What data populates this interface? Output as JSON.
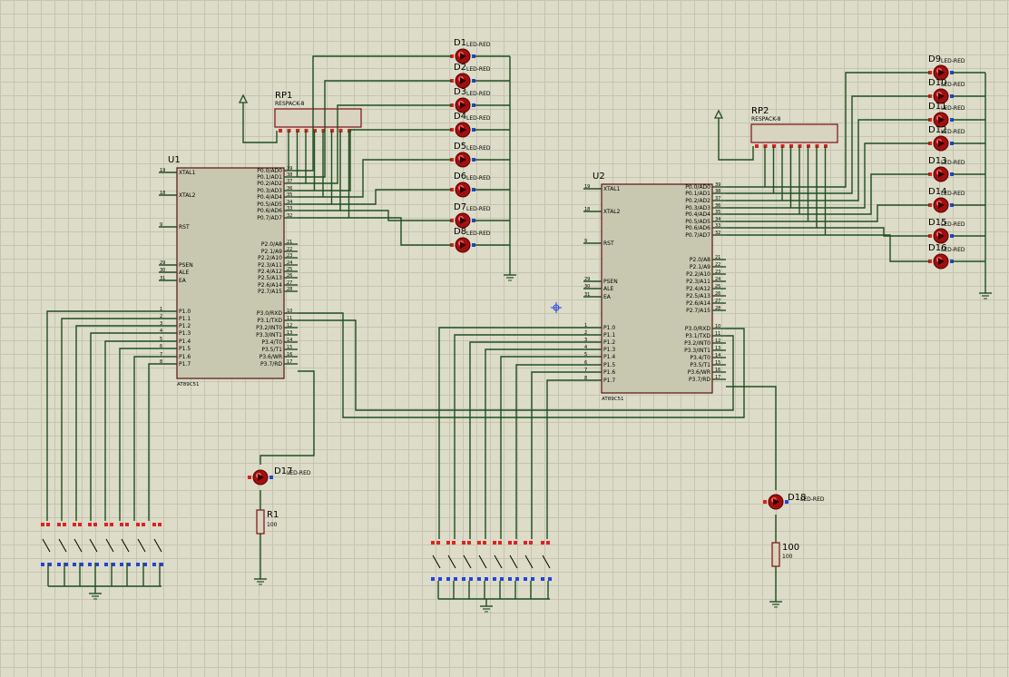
{
  "u1": {
    "ref": "U1",
    "part": "AT89C51",
    "left": [
      [
        "19",
        "XTAL1"
      ],
      [
        "18",
        "XTAL2"
      ],
      [
        "9",
        "RST"
      ],
      [
        "29",
        "PSEN"
      ],
      [
        "30",
        "ALE"
      ],
      [
        "31",
        "EA"
      ],
      [
        "1",
        "P1.0"
      ],
      [
        "2",
        "P1.1"
      ],
      [
        "3",
        "P1.2"
      ],
      [
        "4",
        "P1.3"
      ],
      [
        "5",
        "P1.4"
      ],
      [
        "6",
        "P1.5"
      ],
      [
        "7",
        "P1.6"
      ],
      [
        "8",
        "P1.7"
      ]
    ],
    "right": [
      [
        "39",
        "P0.0/AD0"
      ],
      [
        "38",
        "P0.1/AD1"
      ],
      [
        "37",
        "P0.2/AD2"
      ],
      [
        "36",
        "P0.3/AD3"
      ],
      [
        "35",
        "P0.4/AD4"
      ],
      [
        "34",
        "P0.5/AD5"
      ],
      [
        "33",
        "P0.6/AD6"
      ],
      [
        "32",
        "P0.7/AD7"
      ],
      [
        "21",
        "P2.0/A8"
      ],
      [
        "22",
        "P2.1/A9"
      ],
      [
        "23",
        "P2.2/A10"
      ],
      [
        "24",
        "P2.3/A11"
      ],
      [
        "25",
        "P2.4/A12"
      ],
      [
        "26",
        "P2.5/A13"
      ],
      [
        "27",
        "P2.6/A14"
      ],
      [
        "28",
        "P2.7/A15"
      ],
      [
        "10",
        "P3.0/RXD"
      ],
      [
        "11",
        "P3.1/TXD"
      ],
      [
        "12",
        "P3.2/INT0"
      ],
      [
        "13",
        "P3.3/INT1"
      ],
      [
        "14",
        "P3.4/T0"
      ],
      [
        "15",
        "P3.5/T1"
      ],
      [
        "16",
        "P3.6/WR"
      ],
      [
        "17",
        "P3.7/RD"
      ]
    ]
  },
  "u2": {
    "ref": "U2",
    "part": "AT89C51"
  },
  "rp1": {
    "ref": "RP1",
    "part": "RESPACK-8"
  },
  "rp2": {
    "ref": "RP2",
    "part": "RESPACK-8"
  },
  "leds1": [
    {
      "ref": "D1",
      "part": "LED-RED"
    },
    {
      "ref": "D2",
      "part": "LED-RED"
    },
    {
      "ref": "D3",
      "part": "LED-RED"
    },
    {
      "ref": "D4",
      "part": "LED-RED"
    },
    {
      "ref": "D5",
      "part": "LED-RED"
    },
    {
      "ref": "D6",
      "part": "LED-RED"
    },
    {
      "ref": "D7",
      "part": "LED-RED"
    },
    {
      "ref": "D8",
      "part": "LED-RED"
    }
  ],
  "leds2": [
    {
      "ref": "D9",
      "part": "LED-RED"
    },
    {
      "ref": "D10",
      "part": "LED-RED"
    },
    {
      "ref": "D11",
      "part": "LED-RED"
    },
    {
      "ref": "D12",
      "part": "LED-RED"
    },
    {
      "ref": "D13",
      "part": "LED-RED"
    },
    {
      "ref": "D14",
      "part": "LED-RED"
    },
    {
      "ref": "D15",
      "part": "LED-RED"
    },
    {
      "ref": "D16",
      "part": "LED-RED"
    }
  ],
  "d17": {
    "ref": "D17",
    "part": "LED-RED"
  },
  "d18": {
    "ref": "D18",
    "part": "LED-RED"
  },
  "r1": {
    "ref": "R1",
    "value": "100"
  },
  "r2": {
    "ref": "100",
    "value": "100"
  },
  "colors": {
    "wire": "#1f4e1f",
    "body": "#c8c8b0",
    "outline": "#5a1010",
    "led": "#cc1111",
    "pin_red": "#dd2222",
    "pin_blue": "#2244dd"
  }
}
